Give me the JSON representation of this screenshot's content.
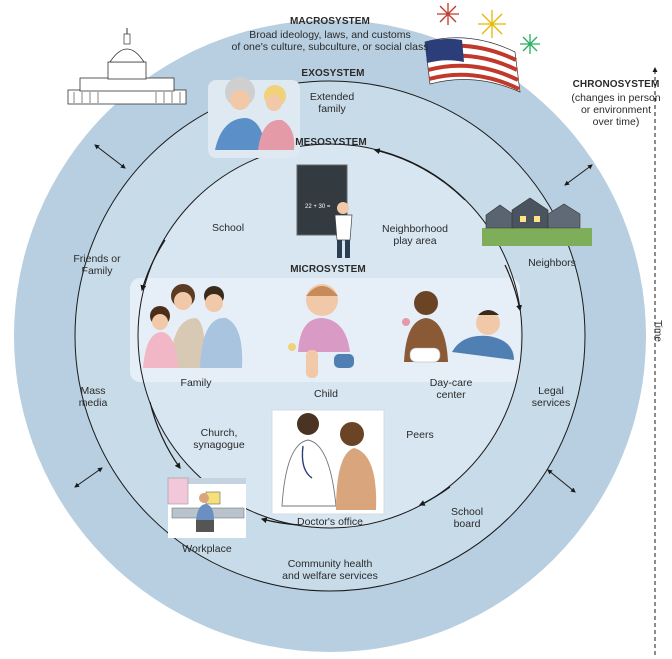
{
  "macrosystem": {
    "title": "MACROSYSTEM",
    "description": "Broad ideology, laws, and customs\nof one's culture, subculture, or social class"
  },
  "exosystem": {
    "title": "EXOSYSTEM",
    "items": [
      "Extended\nfamily",
      "Friends or\nFamily",
      "Neighbors",
      "Mass\nmedia",
      "Legal\nservices",
      "Workplace",
      "School\nboard",
      "Community health\nand welfare services"
    ]
  },
  "mesosystem": {
    "title": "MESOSYSTEM",
    "items": [
      "School",
      "Neighborhood\nplay area",
      "Church,\nsynagogue",
      "Peers",
      "Doctor's office"
    ]
  },
  "microsystem": {
    "title": "MICROSYSTEM",
    "items": [
      "Family",
      "Child",
      "Day-care\ncenter"
    ]
  },
  "chronosystem": {
    "title": "CHRONOSYSTEM",
    "description": "(changes in person\nor environment\nover time)",
    "axis_label": "Time"
  },
  "colors": {
    "macro": "#b7cfe0",
    "exo": "#c8dbe9",
    "meso": "#d8e6f1",
    "micro": "#e6eff7",
    "line": "#1a1a1a"
  }
}
